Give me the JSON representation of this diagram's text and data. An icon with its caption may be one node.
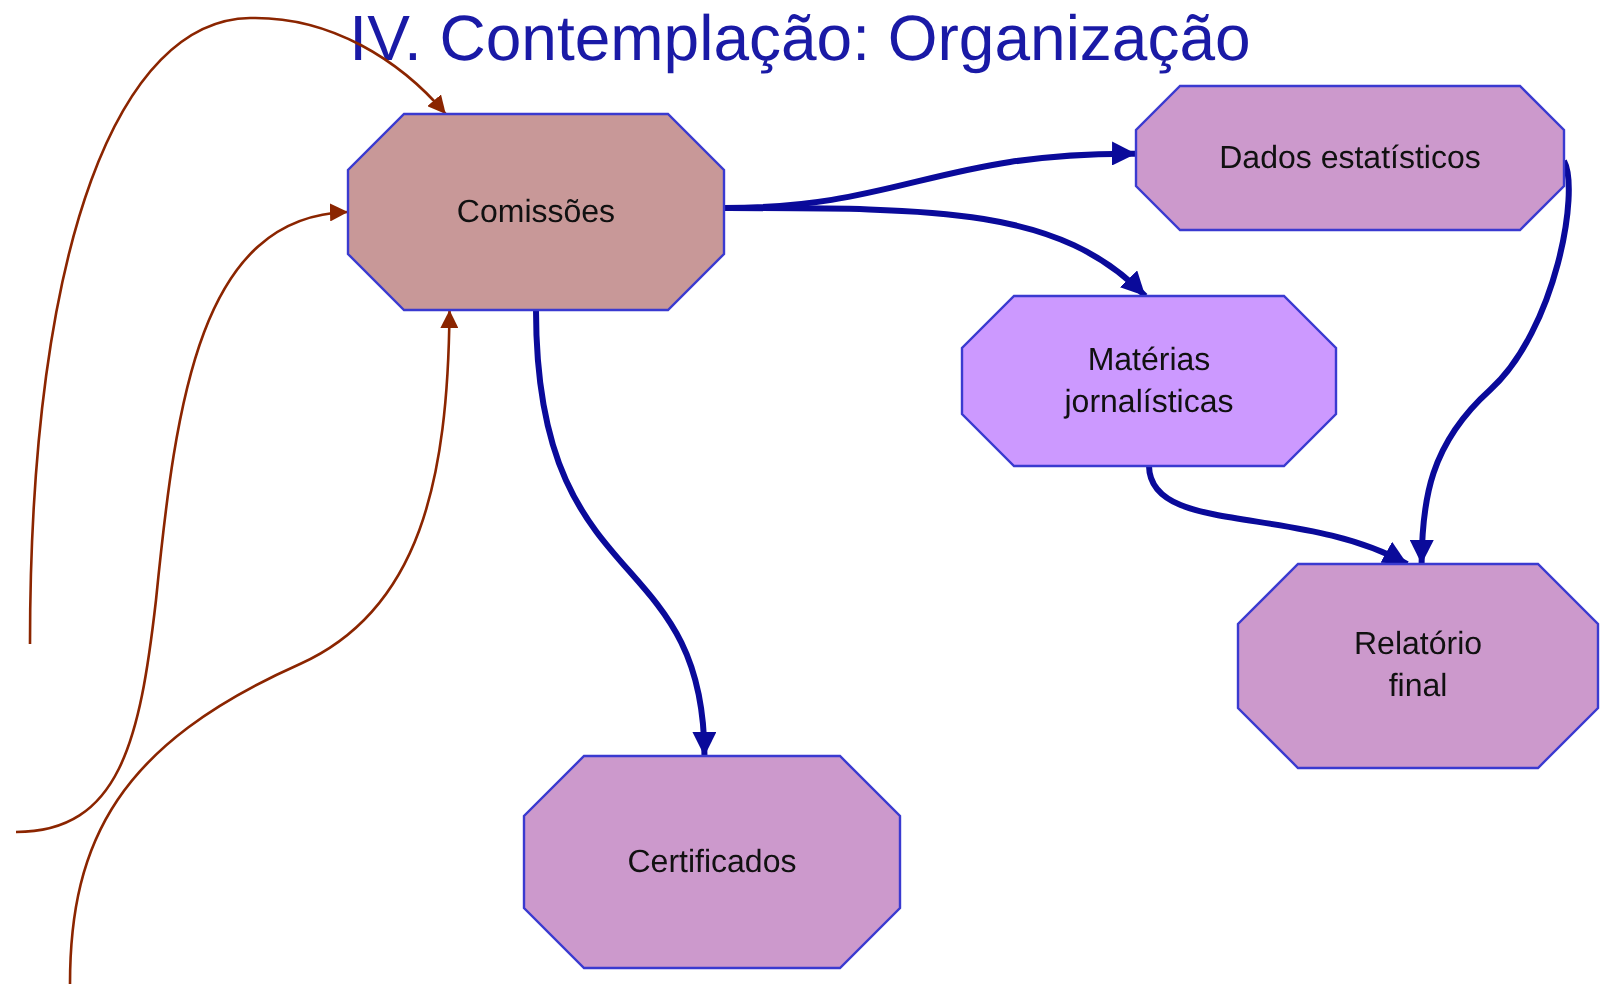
{
  "diagram": {
    "title": "IV. Contemplação: Organização",
    "nodes": [
      {
        "text": [
          "Comissões"
        ]
      },
      {
        "text": [
          "Dados estatísticos"
        ]
      },
      {
        "text": [
          "Matérias jornalísticas"
        ]
      },
      {
        "text": [
          "Relatório final"
        ]
      },
      {
        "text": [
          "Certificados"
        ]
      }
    ],
    "edges": [
      {
        "from": 0,
        "to": 1,
        "arrow": "to"
      },
      {
        "from": 0,
        "to": 2,
        "arrow": "to"
      },
      {
        "from": 0,
        "to": 4,
        "arrow": "to"
      },
      {
        "from": 1,
        "to": 3,
        "arrow": "to"
      },
      {
        "from": 2,
        "to": 3,
        "arrow": "to"
      },
      {
        "from": null,
        "to": 0,
        "arrow": "to",
        "color": "#8b2500"
      },
      {
        "from": null,
        "to": 0,
        "arrow": "to",
        "color": "#8b2500"
      },
      {
        "from": null,
        "to": 0,
        "arrow": "to",
        "color": "#8b2500"
      }
    ]
  }
}
